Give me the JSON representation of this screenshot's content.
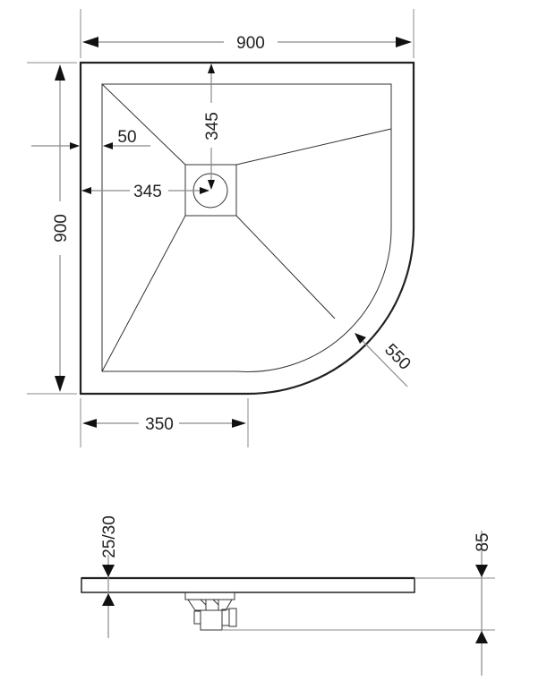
{
  "drawing": {
    "top_view": {
      "width_label": "900",
      "depth_label": "900",
      "drain_from_top_label": "345",
      "drain_from_left_label": "345",
      "rim_width_label": "50",
      "straight_edge_label": "350",
      "radius_label": "550"
    },
    "side_view": {
      "thickness_label": "25/30",
      "total_height_label": "85"
    }
  }
}
